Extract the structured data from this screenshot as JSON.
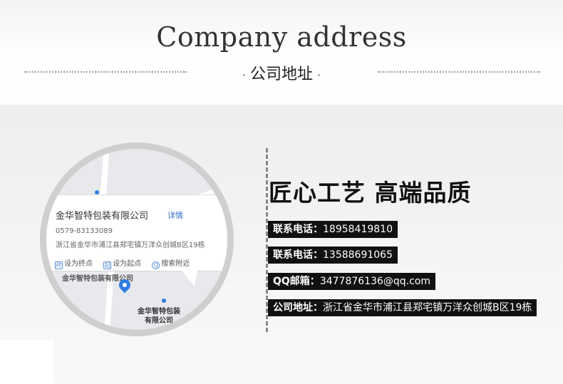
{
  "header": {
    "title_en": "Company address",
    "title_cn": "公司地址",
    "dot": "·"
  },
  "map": {
    "company_name": "金华智特包装有限公司",
    "detail_link": "详情",
    "phone": "0579-83133089",
    "address": "浙江省金华市浦江县郑宅镇万洋众创城B区19栋",
    "actions": [
      {
        "icon": "终",
        "label": "设为终点"
      },
      {
        "icon": "起",
        "label": "设为起点"
      },
      {
        "icon": "Q",
        "label": "搜索附近"
      }
    ],
    "faded_label": "金华智特包装有限公司",
    "pin_label_line1": "金华智特包装",
    "pin_label_line2": "有限公司"
  },
  "info": {
    "headline": "匠心工艺 高端品质",
    "lines": [
      {
        "label": "联系电话：",
        "value": "18958419810"
      },
      {
        "label": "联系电话：",
        "value": "13588691065"
      },
      {
        "label": "QQ邮箱：",
        "value": "3477876136@qq.com"
      },
      {
        "label": "公司地址：",
        "value": "浙江省金华市浦江县郑宅镇万洋众创城B区19栋"
      }
    ]
  },
  "colors": {
    "link_blue": "#2f6fc9",
    "pin_blue": "#2f7de1",
    "label_bg": "#111111"
  }
}
